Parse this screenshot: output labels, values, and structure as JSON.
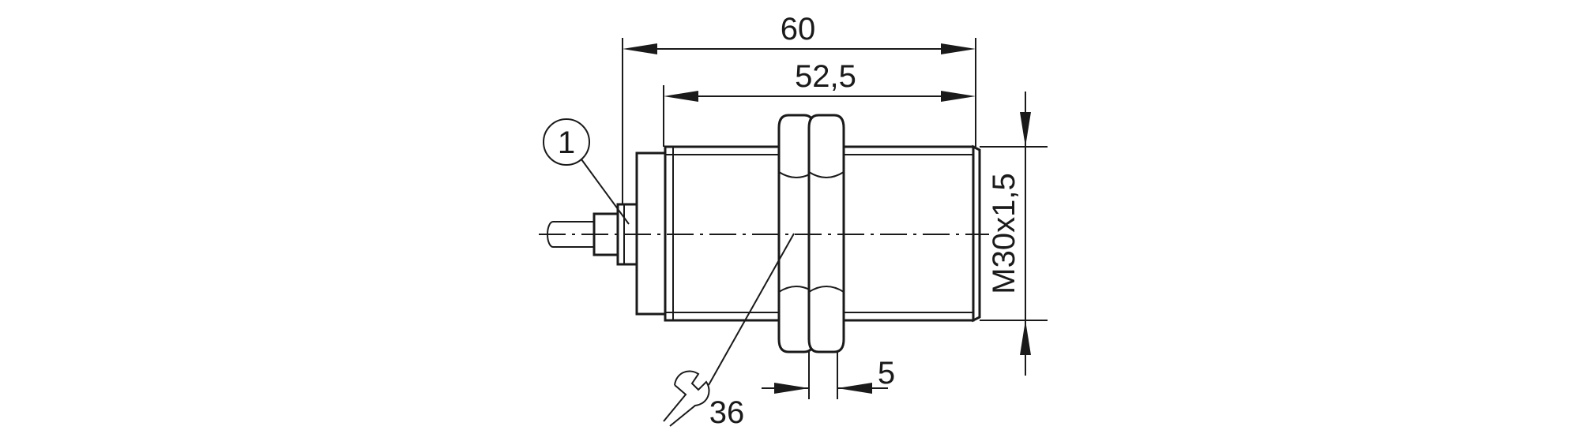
{
  "dimensions": {
    "overall_length": "60",
    "thread_length": "52,5",
    "thread_spec": "M30x1,5",
    "nut_thickness": "5",
    "wrench_size": "36"
  },
  "callouts": {
    "item_1": "1"
  },
  "icons": {
    "wrench": "wrench-icon"
  }
}
